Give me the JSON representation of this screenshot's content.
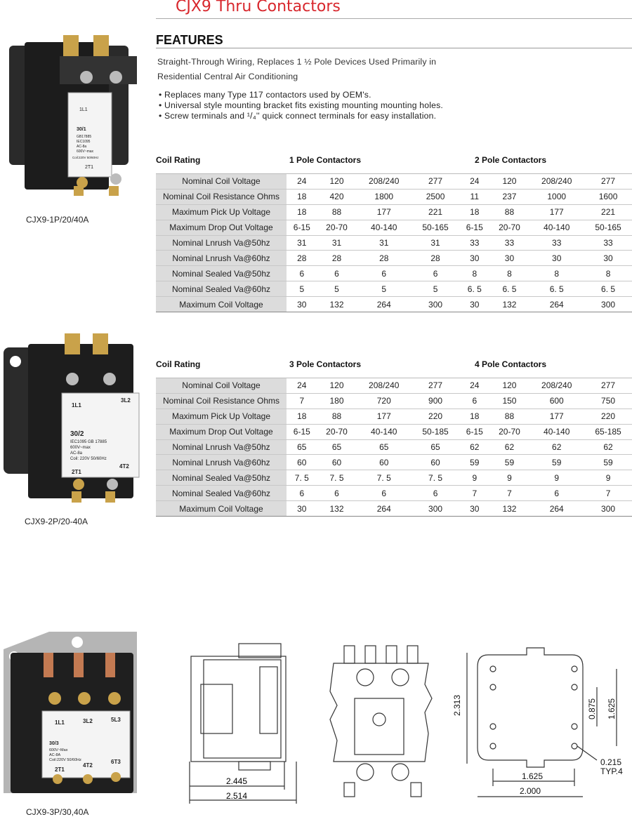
{
  "title": "CJX9 Thru Contactors",
  "features_heading": "FEATURES",
  "intro": {
    "line1": "Straight-Through Wiring,  Replaces 1 ½ Pole Devices Used Primarily in",
    "line2": "Residential Central Air Conditioning"
  },
  "bullets": [
    "• Replaces many Type 117 contactors used by OEM's.",
    "• Universal style mounting bracket fits existing mounting mounting holes.",
    "• Screw terminals and ¹/₄'' quick connect terminals for easy installation."
  ],
  "products": [
    {
      "caption": "CJX9-1P/20/40A",
      "plate": {
        "l1": "1L1",
        "model": "30/1",
        "lines": [
          "GB17885",
          "IEC1095",
          "AC-8a",
          "600V~max",
          "Coil:220V 50/60Hz"
        ],
        "t1": "2T1"
      }
    },
    {
      "caption": "CJX9-2P/20-40A",
      "plate": {
        "l1": "1L1",
        "l2": "3L2",
        "model": "30/2",
        "lines": [
          "IEC1095 GB 17885",
          "600V~max",
          "AC-8a",
          "Coil: 220V 50/60Hz"
        ],
        "t1": "2T1",
        "t2": "4T2"
      }
    },
    {
      "caption": "CJX9-3P/30,40A",
      "plate": {
        "l1": "1L1",
        "l2": "3L2",
        "l3": "5L3",
        "model": "30/3",
        "lines": [
          "600V~Max",
          "AC-8A",
          "Coil:220V 50/60Hz"
        ],
        "t1": "2T1",
        "t2": "4T2",
        "t3": "6T3"
      }
    }
  ],
  "table1": {
    "coil_rating": "Coil Rating",
    "group_a": "1 Pole Contactors",
    "group_b": "2 Pole Contactors",
    "rows": [
      [
        "Nominal Coil Voltage",
        "24",
        "120",
        "208/240",
        "277",
        "24",
        "120",
        "208/240",
        "277"
      ],
      [
        "Nominal Coil Resistance Ohms",
        "18",
        "420",
        "1800",
        "2500",
        "11",
        "237",
        "1000",
        "1600"
      ],
      [
        "Maximum Pick Up Voltage",
        "18",
        "88",
        "177",
        "221",
        "18",
        "88",
        "177",
        "221"
      ],
      [
        "Maximum Drop Out Voltage",
        "6-15",
        "20-70",
        "40-140",
        "50-165",
        "6-15",
        "20-70",
        "40-140",
        "50-165"
      ],
      [
        "Nominal Lnrush Va@50hz",
        "31",
        "31",
        "31",
        "31",
        "33",
        "33",
        "33",
        "33"
      ],
      [
        "Nominal Lnrush Va@60hz",
        "28",
        "28",
        "28",
        "28",
        "30",
        "30",
        "30",
        "30"
      ],
      [
        "Nominal Sealed Va@50hz",
        "6",
        "6",
        "6",
        "6",
        "8",
        "8",
        "8",
        "8"
      ],
      [
        "Nominal Sealed Va@60hz",
        "5",
        "5",
        "5",
        "5",
        "6. 5",
        "6. 5",
        "6. 5",
        "6. 5"
      ],
      [
        "Maximum Coil Voltage",
        "30",
        "132",
        "264",
        "300",
        "30",
        "132",
        "264",
        "300"
      ]
    ]
  },
  "table2": {
    "coil_rating": "Coil Rating",
    "group_a": "3 Pole Contactors",
    "group_b": "4 Pole Contactors",
    "rows": [
      [
        "Nominal Coil Voltage",
        "24",
        "120",
        "208/240",
        "277",
        "24",
        "120",
        "208/240",
        "277"
      ],
      [
        "Nominal Coil Resistance Ohms",
        "7",
        "180",
        "720",
        "900",
        "6",
        "150",
        "600",
        "750"
      ],
      [
        "Maximum Pick Up Voltage",
        "18",
        "88",
        "177",
        "220",
        "18",
        "88",
        "177",
        "220"
      ],
      [
        "Maximum Drop Out Voltage",
        "6-15",
        "20-70",
        "40-140",
        "50-185",
        "6-15",
        "20-70",
        "40-140",
        "65-185"
      ],
      [
        "Nominal Lnrush Va@50hz",
        "65",
        "65",
        "65",
        "65",
        "62",
        "62",
        "62",
        "62"
      ],
      [
        "Nominal Lnrush Va@60hz",
        "60",
        "60",
        "60",
        "60",
        "59",
        "59",
        "59",
        "59"
      ],
      [
        "Nominal Sealed Va@50hz",
        "7. 5",
        "7. 5",
        "7. 5",
        "7. 5",
        "9",
        "9",
        "9",
        "9"
      ],
      [
        "Nominal Sealed Va@60hz",
        "6",
        "6",
        "6",
        "6",
        "7",
        "7",
        "6",
        "7"
      ],
      [
        "Maximum Coil Voltage",
        "30",
        "132",
        "264",
        "300",
        "30",
        "132",
        "264",
        "300"
      ]
    ]
  },
  "dimensions": {
    "side_inner": "2.445",
    "side_outer": "2.514",
    "height": "2.313",
    "inner_v": "0.875",
    "outer_v": "1.625",
    "bottom_inner": "1.625",
    "bottom_outer": "2.000",
    "hole": "0.215",
    "hole_note": "TYP.4"
  },
  "colors": {
    "title": "#d8272d",
    "label_bg": "#dcdcdc"
  }
}
